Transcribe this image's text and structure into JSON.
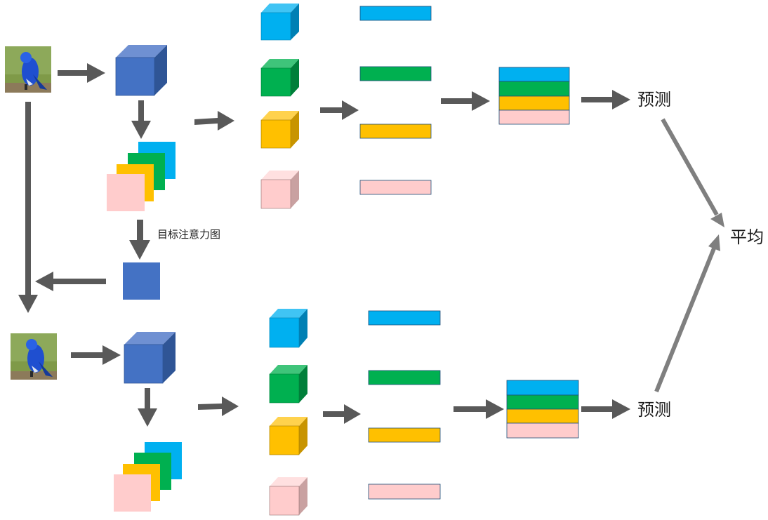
{
  "labels": {
    "attention_map": "目标注意力图",
    "prediction_top": "预测",
    "prediction_bottom": "预测",
    "average": "平均"
  },
  "icons": {
    "input_image": "bird-photo-icon",
    "feature_cube": "feature-cube-icon",
    "feature_maps": "stacked-feature-maps-icon",
    "attention_square": "attention-map-square-icon"
  },
  "colors": {
    "blue_cube": "#4472C4",
    "sky": "#00B0F0",
    "green": "#00B050",
    "yellow": "#FFC000",
    "pink": "#FFCCCC",
    "arrow": "#595959",
    "arrow_light": "#7F7F7F"
  },
  "channels": [
    "sky",
    "green",
    "yellow",
    "pink"
  ]
}
